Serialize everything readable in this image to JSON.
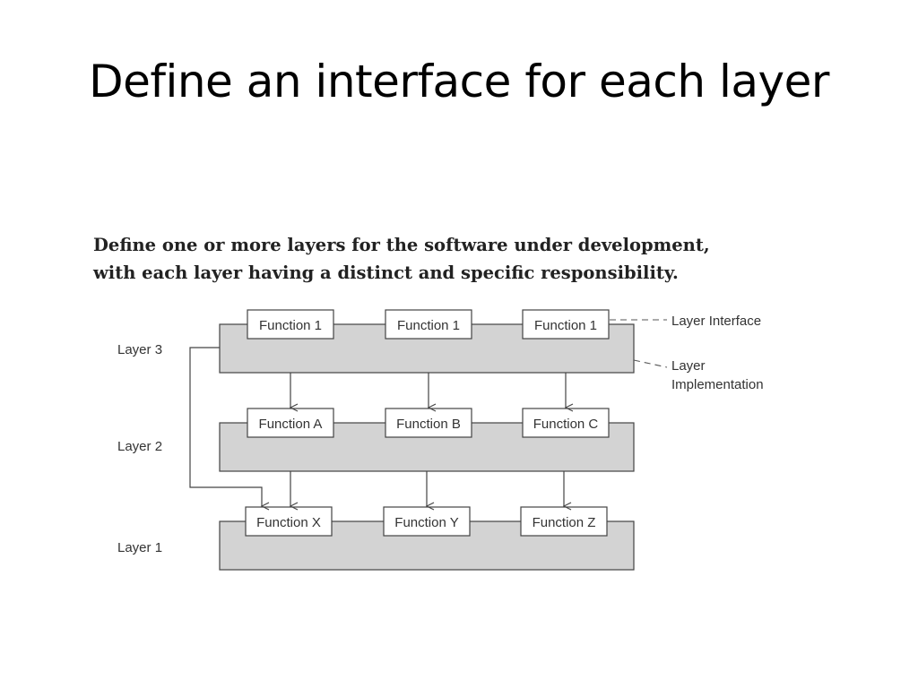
{
  "slide": {
    "title": "Define an interface for each layer",
    "caption_lines": [
      "Define one or more layers for the software under development,",
      "with each layer having a distinct and specific responsibility."
    ]
  },
  "diagram": {
    "layers": [
      {
        "label": "Layer 3",
        "functions": [
          "Function 1",
          "Function 1",
          "Function 1"
        ]
      },
      {
        "label": "Layer 2",
        "functions": [
          "Function A",
          "Function B",
          "Function C"
        ]
      },
      {
        "label": "Layer 1",
        "functions": [
          "Function X",
          "Function Y",
          "Function Z"
        ]
      }
    ],
    "annotations": {
      "interface": "Layer Interface",
      "implementation_line1": "Layer",
      "implementation_line2": "Implementation"
    },
    "colors": {
      "layer_fill": "#d3d3d3",
      "stroke": "#444444",
      "box_fill": "#ffffff"
    }
  }
}
